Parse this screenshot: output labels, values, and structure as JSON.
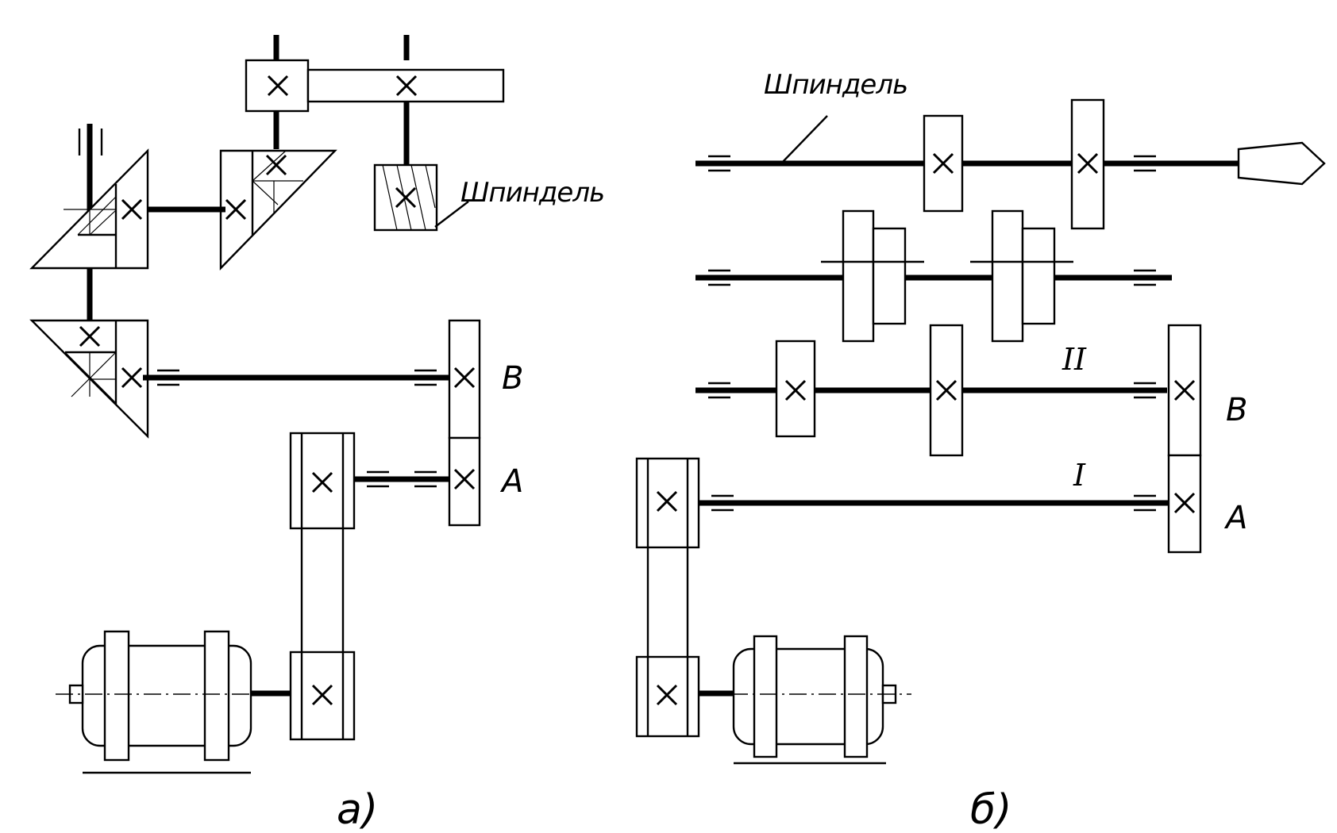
{
  "diagram_a": {
    "spindle_label": "Шпиндель",
    "gear_b_label": "B",
    "gear_a_label": "A",
    "caption": "а)"
  },
  "diagram_b": {
    "spindle_label": "Шпиндель",
    "gear_b_label": "B",
    "gear_a_label": "A",
    "shaft_1_label": "I",
    "shaft_2_label": "II",
    "caption": "б)"
  }
}
